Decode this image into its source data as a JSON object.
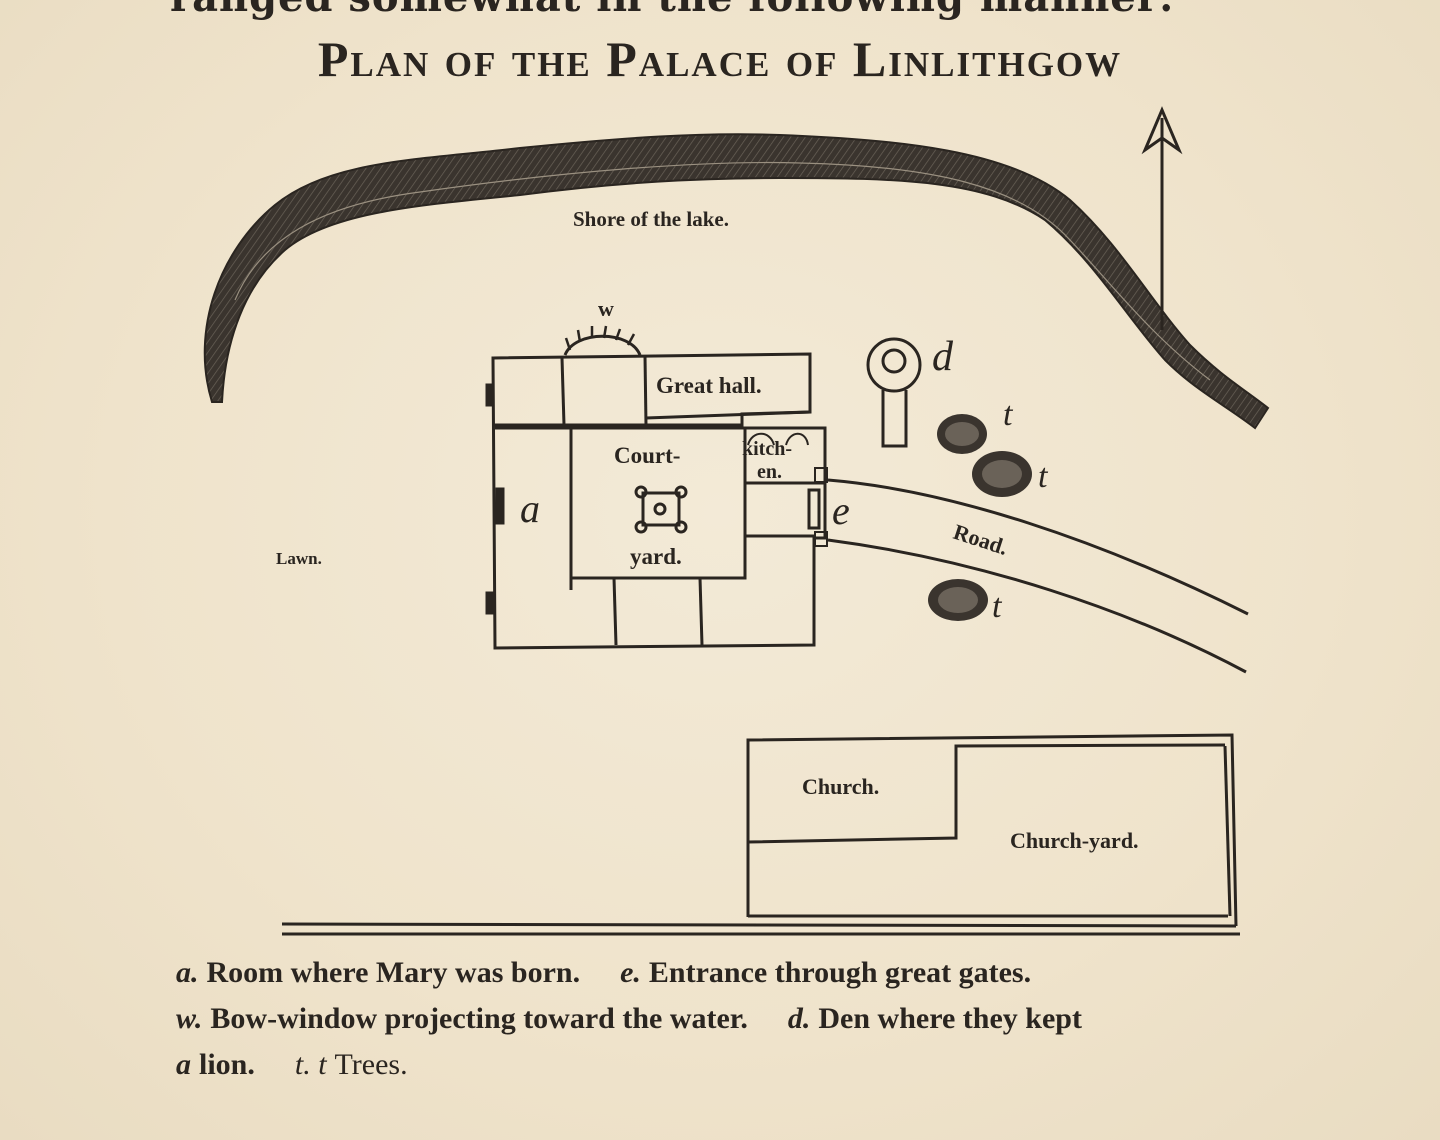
{
  "page": {
    "cut_off_text": "ranged somewhat in the following manner:",
    "title": "Plan of the Palace of Linlithgow"
  },
  "plan": {
    "shore_label": "Shore of the lake.",
    "bow_window_marker": "w",
    "great_hall": "Great hall.",
    "courtyard_top": "Court-",
    "courtyard_bottom": "yard.",
    "kitchen_top": "kitch-",
    "kitchen_bottom": "en.",
    "room_marker_a": "a",
    "entrance_marker_e": "e",
    "den_marker_d": "d",
    "tree_marker_1": "t",
    "tree_marker_2": "t",
    "tree_marker_3": "t",
    "road_label": "Road.",
    "lawn_label": "Lawn.",
    "church": "Church.",
    "church_yard": "Church-yard."
  },
  "caption": {
    "a_key": "a.",
    "a_text": "Room where Mary was born.",
    "e_key": "e.",
    "e_text": "Entrance through great gates.",
    "w_key": "w.",
    "w_text": "Bow-window projecting toward the water.",
    "d_key": "d.",
    "d_text": "Den where they kept",
    "lion_key": "a",
    "lion_text": "lion.",
    "t_key": "t. t",
    "t_text": "Trees."
  }
}
